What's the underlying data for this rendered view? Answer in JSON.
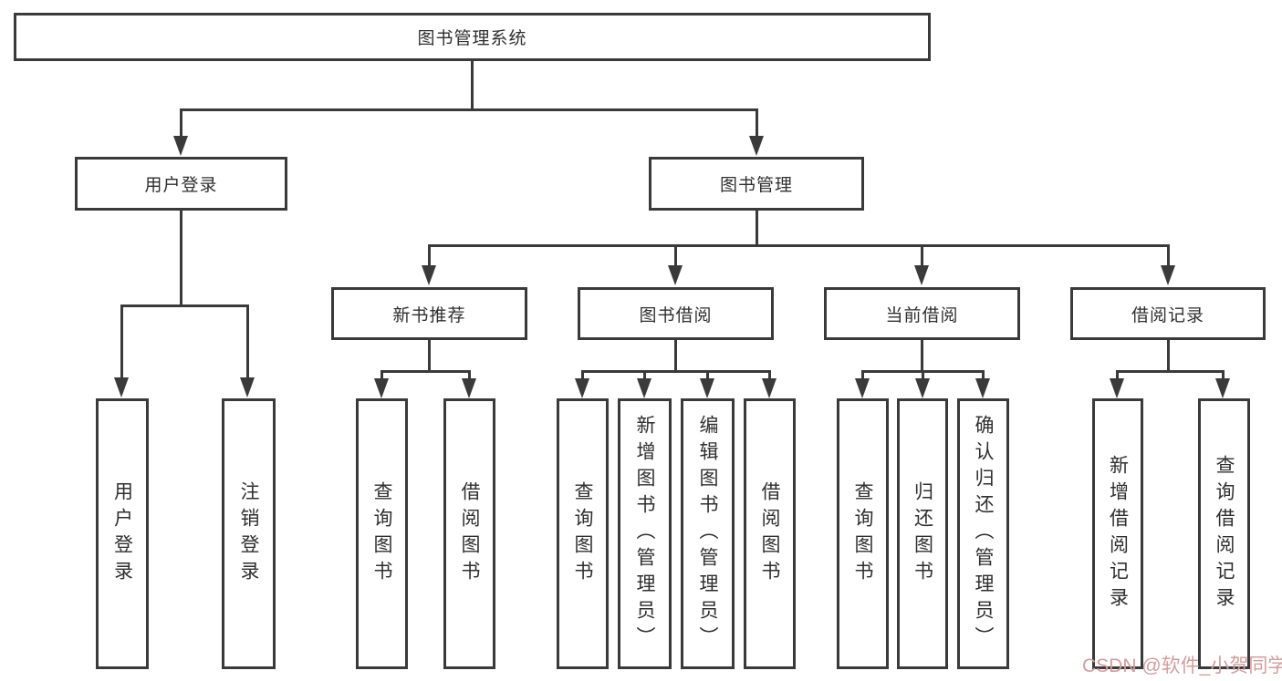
{
  "diagram": {
    "root": {
      "label": "图书管理系统"
    },
    "level1": [
      {
        "label": "用户登录",
        "leaves": [
          {
            "label": "用户登录"
          },
          {
            "label": "注销登录"
          }
        ]
      },
      {
        "label": "图书管理",
        "groups": [
          {
            "label": "新书推荐",
            "leaves": [
              {
                "label": "查询图书"
              },
              {
                "label": "借阅图书"
              }
            ]
          },
          {
            "label": "图书借阅",
            "leaves": [
              {
                "label": "查询图书"
              },
              {
                "label": "新增图书（管理员）"
              },
              {
                "label": "编辑图书（管理员）"
              },
              {
                "label": "借阅图书"
              }
            ]
          },
          {
            "label": "当前借阅",
            "leaves": [
              {
                "label": "查询图书"
              },
              {
                "label": "归还图书"
              },
              {
                "label": "确认归还（管理员）"
              }
            ]
          },
          {
            "label": "借阅记录",
            "leaves": [
              {
                "label": "新增借阅记录"
              },
              {
                "label": "查询借阅记录"
              }
            ]
          }
        ]
      }
    ]
  },
  "watermark": {
    "text": "CSDN @软件_小贺同学"
  },
  "colors": {
    "line": "#3a3a3a",
    "text": "#2f2f2f",
    "watermark": "#d59c9c",
    "background": "#ffffff"
  }
}
